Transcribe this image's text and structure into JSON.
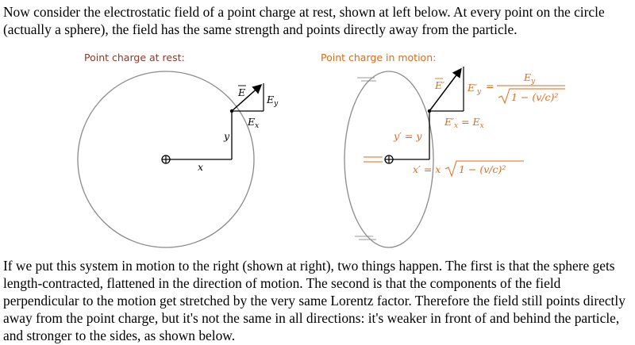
{
  "text": {
    "intro": "Now consider the electrostatic field of a point charge at rest, shown at left below. At every point on the circle (actually a sphere), the field has the same strength and points directly away from the particle.",
    "followup": "If we put this system in motion to the right (shown at right), two things happen. The first is that the sphere gets length-contracted, flattened in the direction of motion. The second is that the components of the field perpendicular to the motion get stretched by the very same Lorentz factor. Therefore the field still points directly away from the point charge, but it's not the same in all directions: it's weaker in front of and behind the particle, and stronger to the sides, as shown below."
  },
  "figure_rest": {
    "caption": "Point charge at rest:",
    "field_label": "E",
    "ey_label": "E",
    "ey_sub": "y",
    "ex_label": "E",
    "ex_sub": "x",
    "y_label": "y",
    "x_label": "x"
  },
  "figure_motion": {
    "caption": "Point charge in motion:",
    "field_label": "E",
    "eyp_label": "E",
    "eyp_sub": "y",
    "eyp_eq_num": "E",
    "eyp_eq_num_sub": "y",
    "eyp_eq_den": "1 − (v/c)²",
    "exp_label": "E",
    "exp_sub": "x",
    "exp_eq": "= E",
    "exp_eq_sub": "x",
    "yp_label": "y′ = y",
    "xp_label": "x′ = x",
    "xp_eq_den": "1 − (v/c)²"
  },
  "colors": {
    "rest_caption": "#8b3a2a",
    "motion": "#e06a1a",
    "circle": "#8a8a8a",
    "vector": "#000000"
  }
}
